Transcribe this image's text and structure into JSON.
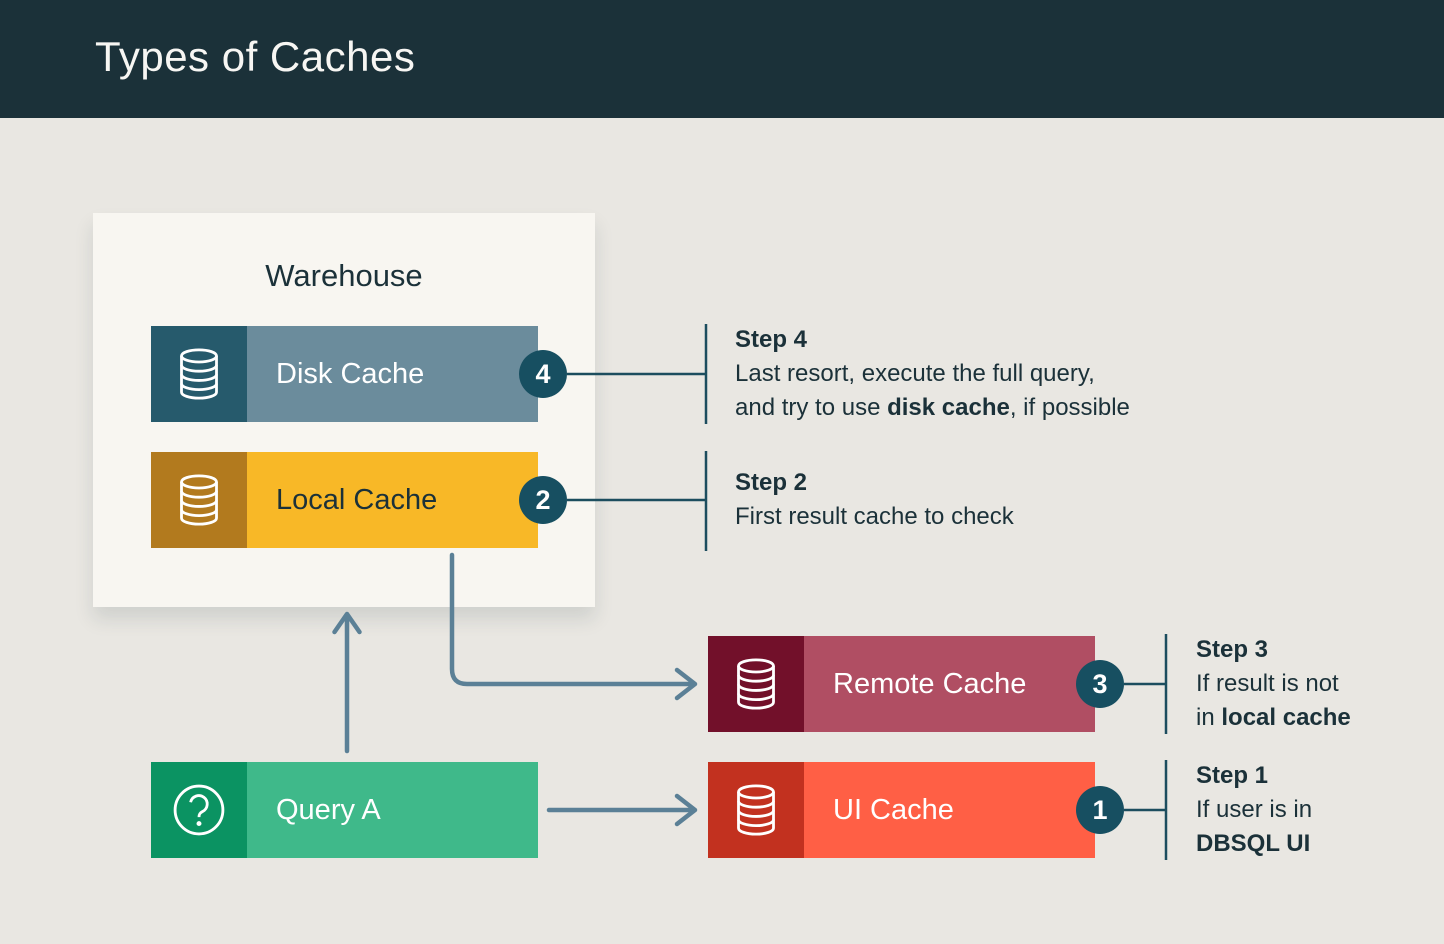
{
  "header": {
    "title": "Types of Caches"
  },
  "warehouse": {
    "label": "Warehouse"
  },
  "nodes": {
    "disk": {
      "label": "Disk Cache",
      "badge": "4",
      "icon": "database-icon",
      "tile_color": "#265A6C",
      "bar_color": "#6B8C9C",
      "label_color": "#FFFFFF"
    },
    "local": {
      "label": "Local Cache",
      "badge": "2",
      "icon": "database-icon",
      "tile_color": "#B27A1E",
      "bar_color": "#F8B827",
      "label_color": "#1B3139"
    },
    "remote": {
      "label": "Remote Cache",
      "badge": "3",
      "icon": "database-icon",
      "tile_color": "#72102A",
      "bar_color": "#B04E63",
      "label_color": "#FFFFFF"
    },
    "ui": {
      "label": "UI Cache",
      "badge": "1",
      "icon": "database-icon",
      "tile_color": "#C2311F",
      "bar_color": "#FF5F45",
      "label_color": "#FFFFFF"
    },
    "query": {
      "label": "Query A",
      "icon": "question-mark-icon",
      "tile_color": "#0B9362",
      "bar_color": "#3FB98A",
      "label_color": "#FFFFFF"
    }
  },
  "steps": {
    "step4": {
      "title": "Step 4",
      "line1": "Last resort, execute the full query,",
      "line2_pre": "and try to use ",
      "line2_bold": "disk cache",
      "line2_post": ", if possible"
    },
    "step2": {
      "title": "Step 2",
      "line1": "First result cache to check"
    },
    "step3": {
      "title": "Step 3",
      "line1": "If result is not",
      "line2_pre": "in ",
      "line2_bold": "local cache",
      "line2_post": ""
    },
    "step1": {
      "title": "Step 1",
      "line1": "If user is in",
      "line2_pre": "",
      "line2_bold": "DBSQL UI",
      "line2_post": ""
    }
  },
  "colors": {
    "header_bg": "#1B3139",
    "page_bg": "#E9E7E2",
    "card_bg": "#F8F6F1",
    "text": "#1B3139",
    "badge_bg": "#174F61",
    "arrow": "#5B8096",
    "connector": "#1C4D5E",
    "title_text": "#F7F6F3"
  }
}
